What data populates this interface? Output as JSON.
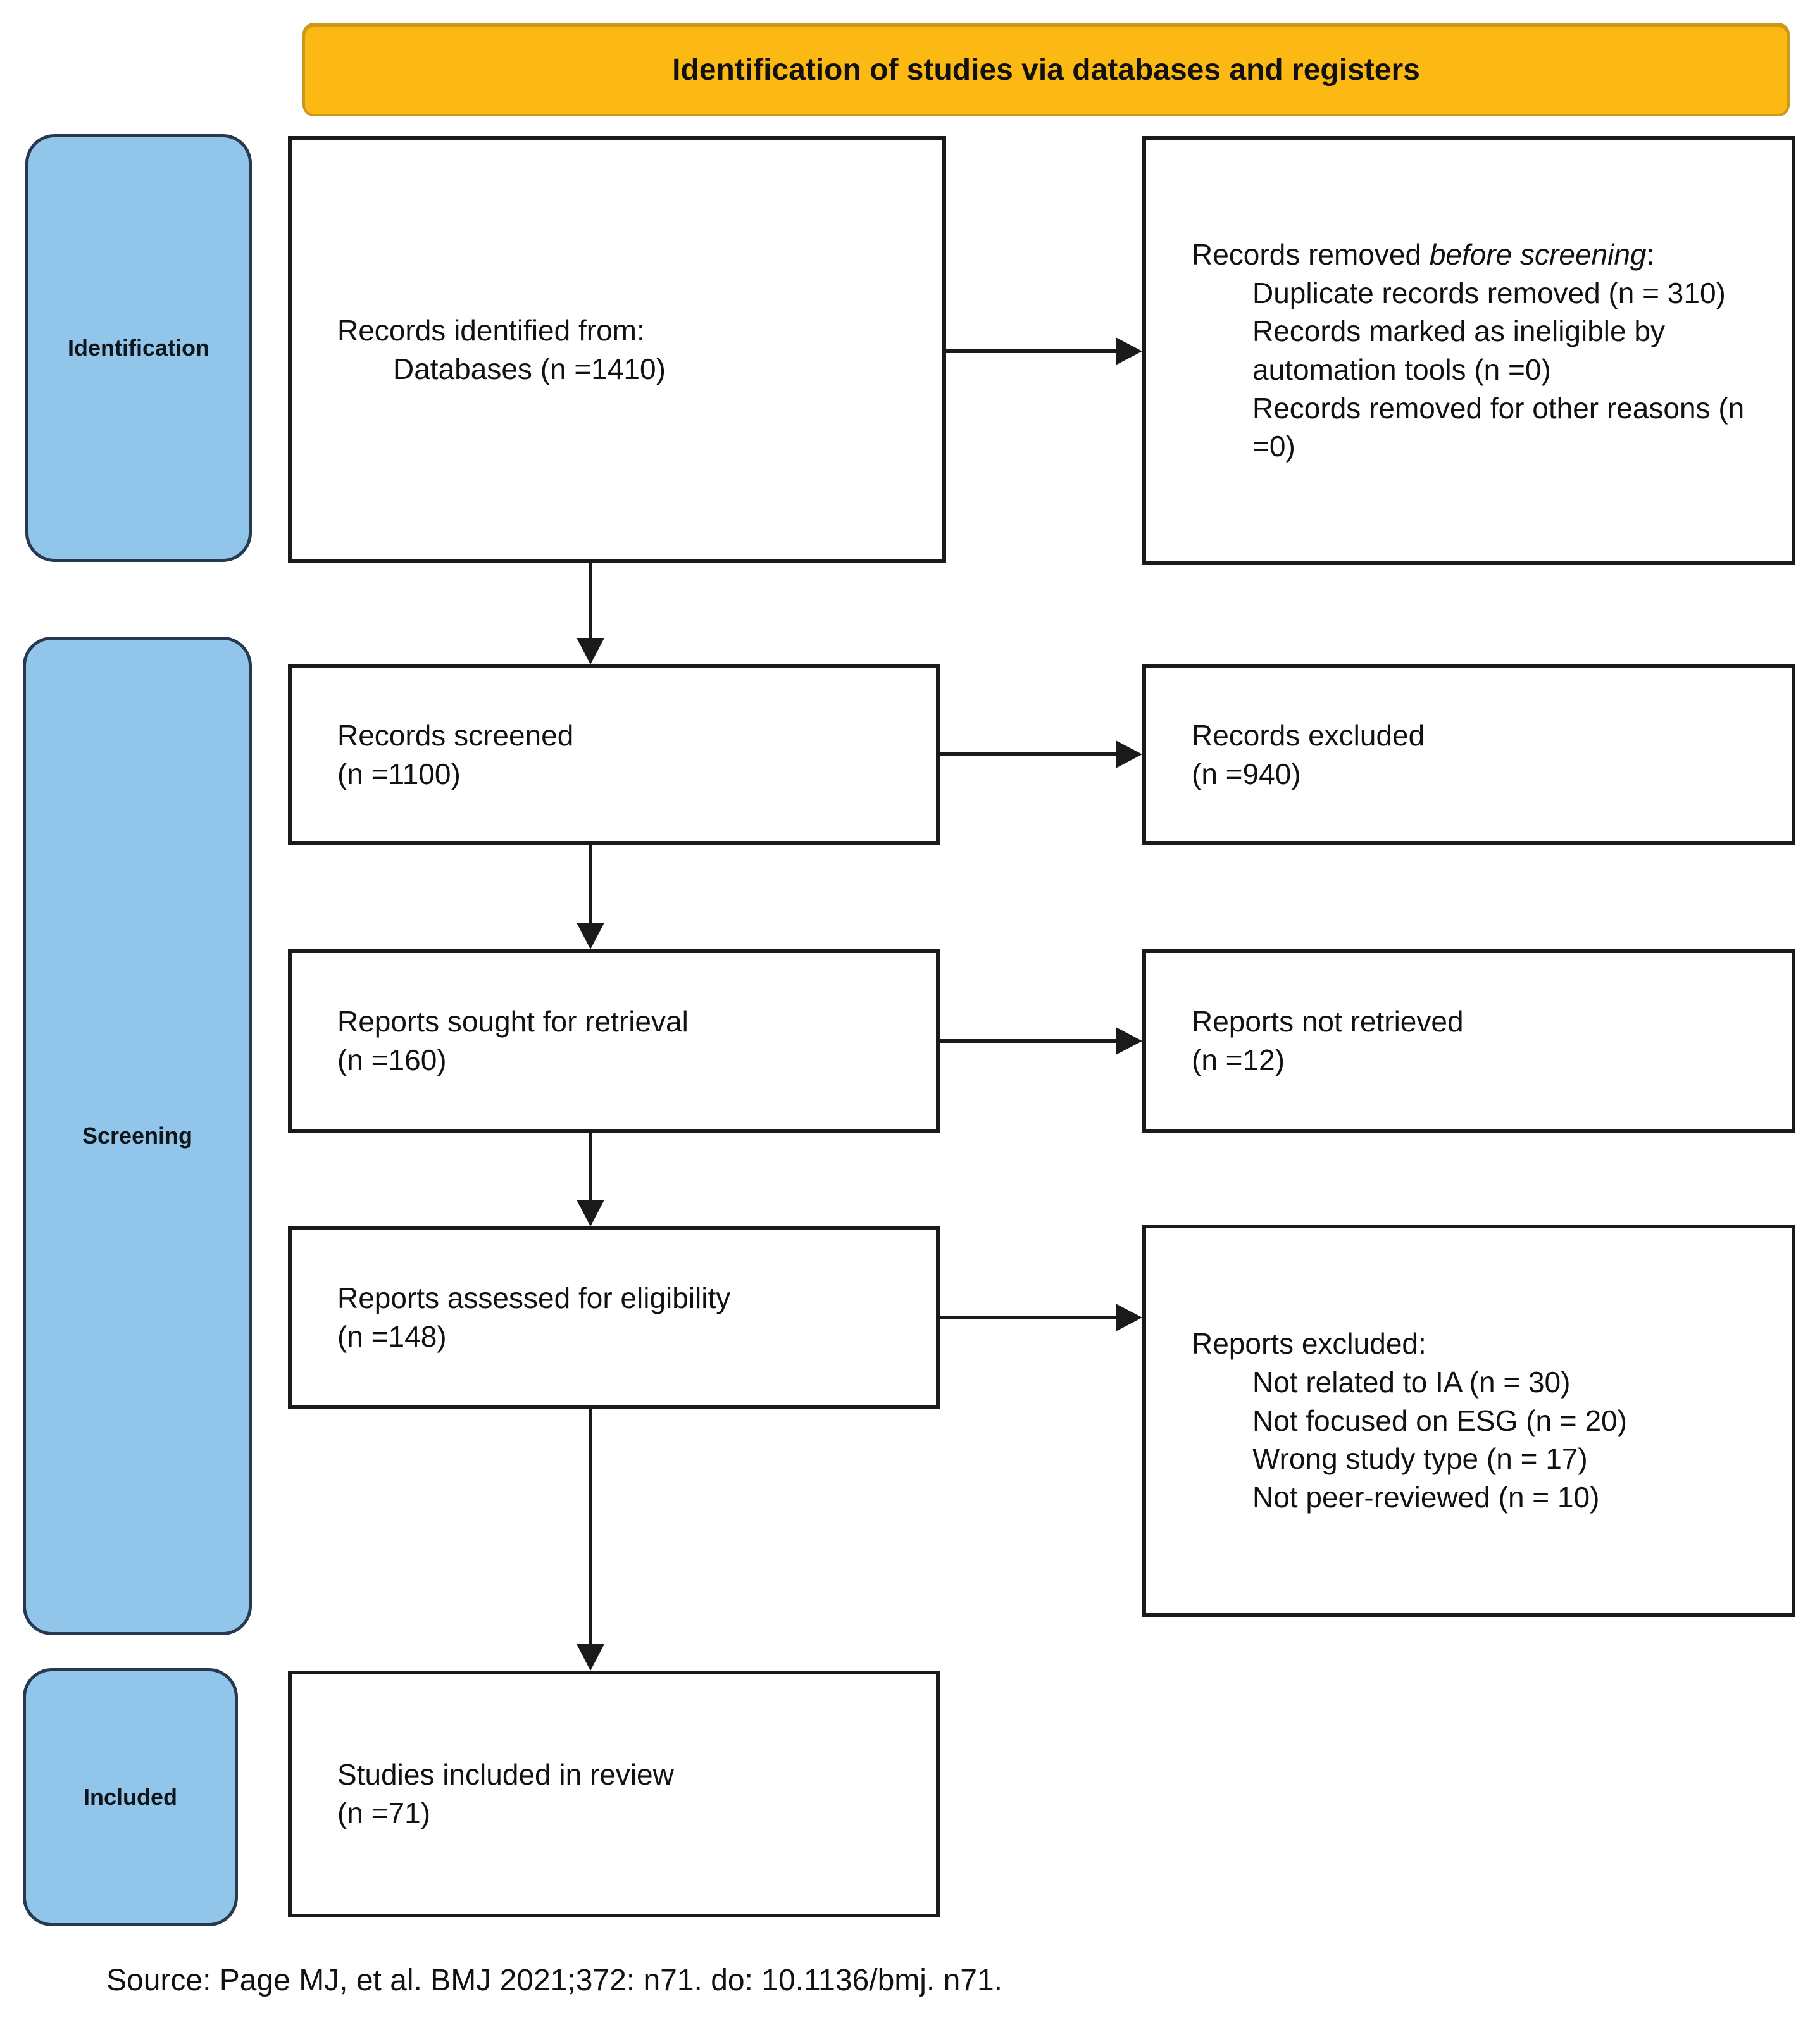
{
  "banner": {
    "title": "Identification of studies via databases and registers"
  },
  "stages": [
    {
      "label": "Identification"
    },
    {
      "label": "Screening"
    },
    {
      "label": "Included"
    }
  ],
  "flow_boxes": {
    "identified": {
      "line1": "Records identified from:",
      "line2": "Databases (n =1410)"
    },
    "screened": {
      "line1": "Records screened",
      "line2": "(n =1100)"
    },
    "sought": {
      "line1": "Reports sought for retrieval",
      "line2": "(n =160)"
    },
    "assessed": {
      "line1": "Reports assessed for eligibility",
      "line2": "(n =148)"
    },
    "included": {
      "line1": "Studies included in review",
      "line2": "(n =71)"
    }
  },
  "side_boxes": {
    "removed": {
      "intro_plain": "Records removed ",
      "intro_italic": "before screening",
      "intro_suffix": ":",
      "items": [
        "Duplicate records removed (n = 310)",
        "Records marked as ineligible by automation tools (n =0)",
        "Records removed for other reasons (n =0)"
      ]
    },
    "excluded_records": {
      "line1": "Records excluded",
      "line2": "(n =940)"
    },
    "not_retrieved": {
      "line1": "Reports not retrieved",
      "line2": "(n =12)"
    },
    "excluded_reports": {
      "intro": "Reports excluded:",
      "items": [
        "Not related to IA (n = 30)",
        "Not focused on ESG (n = 20)",
        "Wrong study type (n = 17)",
        "Not peer-reviewed (n = 10)"
      ]
    }
  },
  "source_note": "Source: Page MJ, et al. BMJ 2021;372: n71. do: 10.1136/bmj. n71.",
  "colors": {
    "banner_fill": "#FDB913",
    "stage_fill": "#92C5EA",
    "box_border": "#1A1A1A",
    "arrow": "#1A1A1A"
  }
}
